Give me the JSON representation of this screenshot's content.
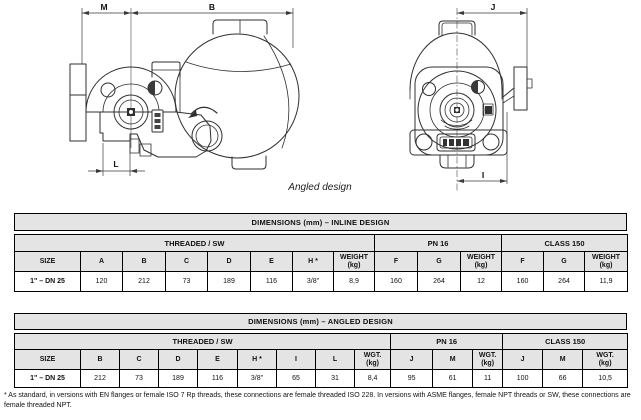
{
  "colors": {
    "table_header_bg": "#e4e4e4",
    "drawing_line": "#2f2f2f"
  },
  "figure": {
    "caption": "Angled design",
    "dim_labels": {
      "m": "M",
      "b": "B",
      "l": "L",
      "j": "J",
      "i": "I"
    }
  },
  "tables": [
    {
      "title": "DIMENSIONS (mm) – INLINE DESIGN",
      "sections": [
        "THREADED / SW",
        "PN 16",
        "CLASS 150"
      ],
      "headers": [
        [
          "SIZE"
        ],
        [
          "A"
        ],
        [
          "B"
        ],
        [
          "C"
        ],
        [
          "D"
        ],
        [
          "E"
        ],
        [
          "H *"
        ],
        [
          "WEIGHT",
          "(kg)"
        ],
        [
          "F"
        ],
        [
          "G"
        ],
        [
          "WEIGHT",
          "(kg)"
        ],
        [
          "F"
        ],
        [
          "G"
        ],
        [
          "WEIGHT",
          "(kg)"
        ]
      ],
      "row": [
        "1\" – DN 25",
        "120",
        "212",
        "73",
        "189",
        "116",
        "3/8\"",
        "8,9",
        "160",
        "264",
        "12",
        "160",
        "264",
        "11,9"
      ]
    },
    {
      "title": "DIMENSIONS (mm) – ANGLED DESIGN",
      "sections": [
        "THREADED / SW",
        "PN 16",
        "CLASS 150"
      ],
      "headers": [
        [
          "SIZE"
        ],
        [
          "B"
        ],
        [
          "C"
        ],
        [
          "D"
        ],
        [
          "E"
        ],
        [
          "H *"
        ],
        [
          "I"
        ],
        [
          "L"
        ],
        [
          "WGT.",
          "(kg)"
        ],
        [
          "J"
        ],
        [
          "M"
        ],
        [
          "WGT.",
          "(kg)"
        ],
        [
          "J"
        ],
        [
          "M"
        ],
        [
          "WGT.",
          "(kg)"
        ]
      ],
      "row": [
        "1\" – DN 25",
        "212",
        "73",
        "189",
        "116",
        "3/8\"",
        "65",
        "31",
        "8,4",
        "95",
        "61",
        "11",
        "100",
        "66",
        "10,5"
      ]
    }
  ],
  "footnote": "* As standard, in versions with EN flanges or female ISO 7 Rp threads, these connections are female threaded ISO 228. In versions with ASME flanges, female NPT threads or SW, these connections are female threaded NPT."
}
